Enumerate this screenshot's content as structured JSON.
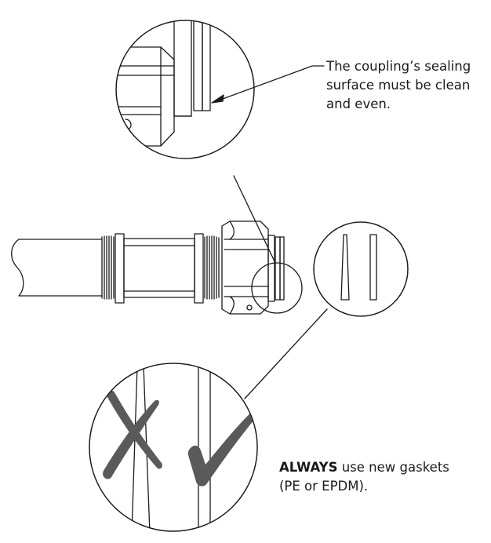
{
  "annotations": {
    "sealing_surface": {
      "lines": [
        "The coupling’s sealing",
        "surface must be clean",
        "and even."
      ]
    },
    "gaskets": {
      "emphasis": "ALWAYS",
      "line1_rest": " use new gaskets",
      "line2": "(PE or EPDM)."
    }
  },
  "icons": {
    "wrong": "cross-mark-icon",
    "right": "check-mark-icon"
  },
  "colors": {
    "ink": "#1a1a1a",
    "mark": "#5a5a5a"
  }
}
